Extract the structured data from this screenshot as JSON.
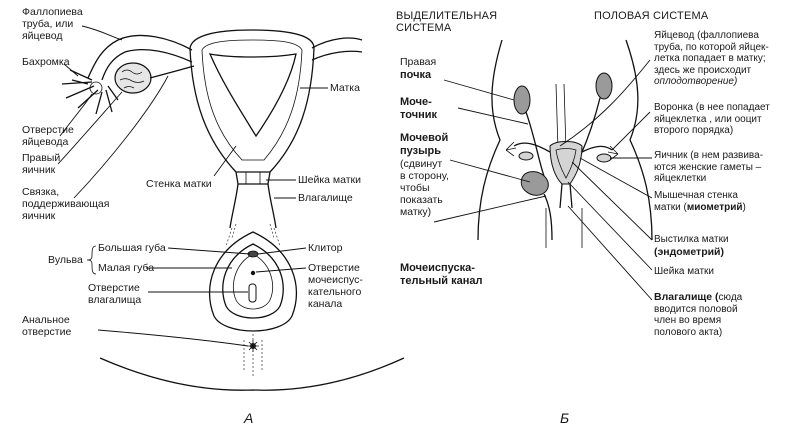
{
  "panel_a": {
    "caption": "А",
    "labels": {
      "fallopian": "Фаллопиева\nтруба, или\nяйцевод",
      "fringe": "Бахромка",
      "oviduct_opening": "Отверстие\nяйцевода",
      "right_ovary": "Правый\nяичник",
      "ligament": "Связка,\nподдерживающая\nяичник",
      "uterus": "Матка",
      "uterine_wall": "Стенка матки",
      "cervix": "Шейка матки",
      "vagina": "Влагалище",
      "vulva": "Вульва",
      "labia_major": "Большая губа",
      "labia_minor": "Малая губа",
      "clitoris": "Клитор",
      "urethral_opening": "Отверстие\nмочеиспус-\nкательного\nканала",
      "vaginal_opening": "Отверстие\nвлагалища",
      "anus": "Анальное\nотверстие"
    }
  },
  "panel_b": {
    "caption": "Б",
    "excretory_heading": "ВЫДЕЛИТЕЛЬНАЯ\nСИСТЕМА",
    "reproductive_heading": "ПОЛОВАЯ СИСТЕМА",
    "labels": {
      "right_kidney_1": "Правая",
      "right_kidney_2": "почка",
      "ureter": "Моче-\nточник",
      "bladder_1": "Мочевой\nпузырь",
      "bladder_2": "(сдвинут\nв сторону,\nчтобы\nпоказать\nматку)",
      "urethra": "Мочеиспуска-\nтельный канал",
      "oviduct_desc": "Яйцевод (фаллопиева\nтруба, по которой яйцек-\nлетка попадает в матку;\nздесь же происходит",
      "fertilization": "оплодотворение)",
      "infundibulum": "Воронка (в нее попадает\nяйцеклетка , или ооцит\nвторого порядка)",
      "ovary": "Яичник (в нем развива-\nются женские гаметы –\nяйцеклетки",
      "myometrium_1": "Мышечная стенка\nматки (",
      "myometrium_2": "миометрий",
      "myometrium_3": ")",
      "endometrium_1": "Выстилка матки",
      "endometrium_2": "(эндометрий)",
      "cervix": "Шейка матки",
      "vagina_1": "Влагалище (",
      "vagina_2": "сюда\nвводится половой\nчлен во время\nполового акта)"
    }
  }
}
